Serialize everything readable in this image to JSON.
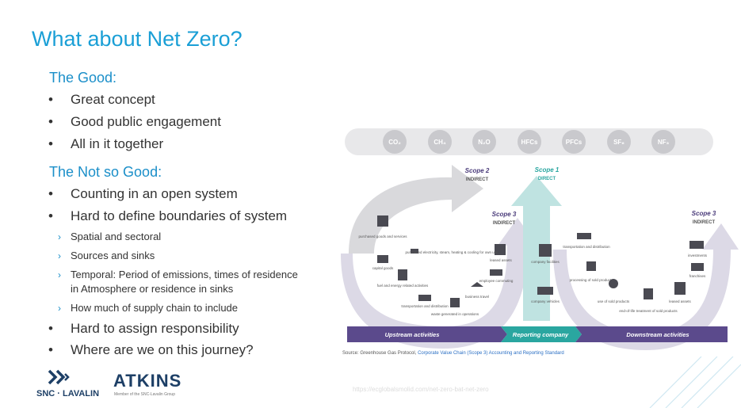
{
  "title": "What about Net Zero?",
  "good": {
    "heading": "The Good:",
    "bullets": [
      "Great concept",
      "Good public engagement",
      "All in it together"
    ]
  },
  "notgood": {
    "heading": "The Not so Good:",
    "bullets": [
      "Counting in an open system",
      "Hard to define boundaries of system"
    ],
    "subs": [
      "Spatial and sectoral",
      "Sources and sinks",
      "Temporal: Period of emissions, times of residence",
      "in Atmosphere or residence in sinks",
      "How much of supply chain to include"
    ],
    "bullets2": [
      "Hard to assign responsibility",
      "Where are we on this journey?"
    ]
  },
  "bullet_glyph": "•",
  "sub_glyph": "›",
  "diagram": {
    "gases": [
      "CO₂",
      "CH₄",
      "N₂O",
      "HFCs",
      "PFCs",
      "SF₆",
      "NF₃"
    ],
    "scope2": {
      "title": "Scope 2",
      "sub": "INDIRECT"
    },
    "scope1": {
      "title": "Scope 1",
      "sub": "DIRECT"
    },
    "scope3_left": {
      "title": "Scope 3",
      "sub": "INDIRECT"
    },
    "scope3_right": {
      "title": "Scope 3",
      "sub": "INDIRECT"
    },
    "upstream_items": [
      "purchased goods and services",
      "capital goods",
      "fuel and energy related activities",
      "transportation and distribution",
      "waste generated in operations",
      "business travel",
      "employee commuting",
      "leased assets",
      "purchased electricity, steam, heating & cooling for own use"
    ],
    "company_items": [
      "company facilities",
      "company vehicles"
    ],
    "downstream_items": [
      "transportation and distribution",
      "processing of sold products",
      "use of sold products",
      "end-of-life treatment of sold products",
      "leased assets",
      "franchises",
      "investments"
    ],
    "bar_labels": [
      "Upstream activities",
      "Reporting company",
      "Downstream activities"
    ],
    "source_prefix": "Source: Greenhouse Gas Protocol, ",
    "source_link": "Corporate Value Chain (Scope 3) Accounting and Reporting Standard",
    "url": "https://ecglobalsmolid.com/net-zero-bat-net-zero",
    "colors": {
      "light_gray": "#d9d9dc",
      "purple": "#5b4a8c",
      "teal": "#2aa6a0",
      "mid_gray": "#b3b3b8"
    }
  },
  "logos": {
    "snc": "SNC · LAVALIN",
    "atkins": "ATKINS",
    "atkins_sub": "Member of the SNC-Lavalin Group"
  }
}
